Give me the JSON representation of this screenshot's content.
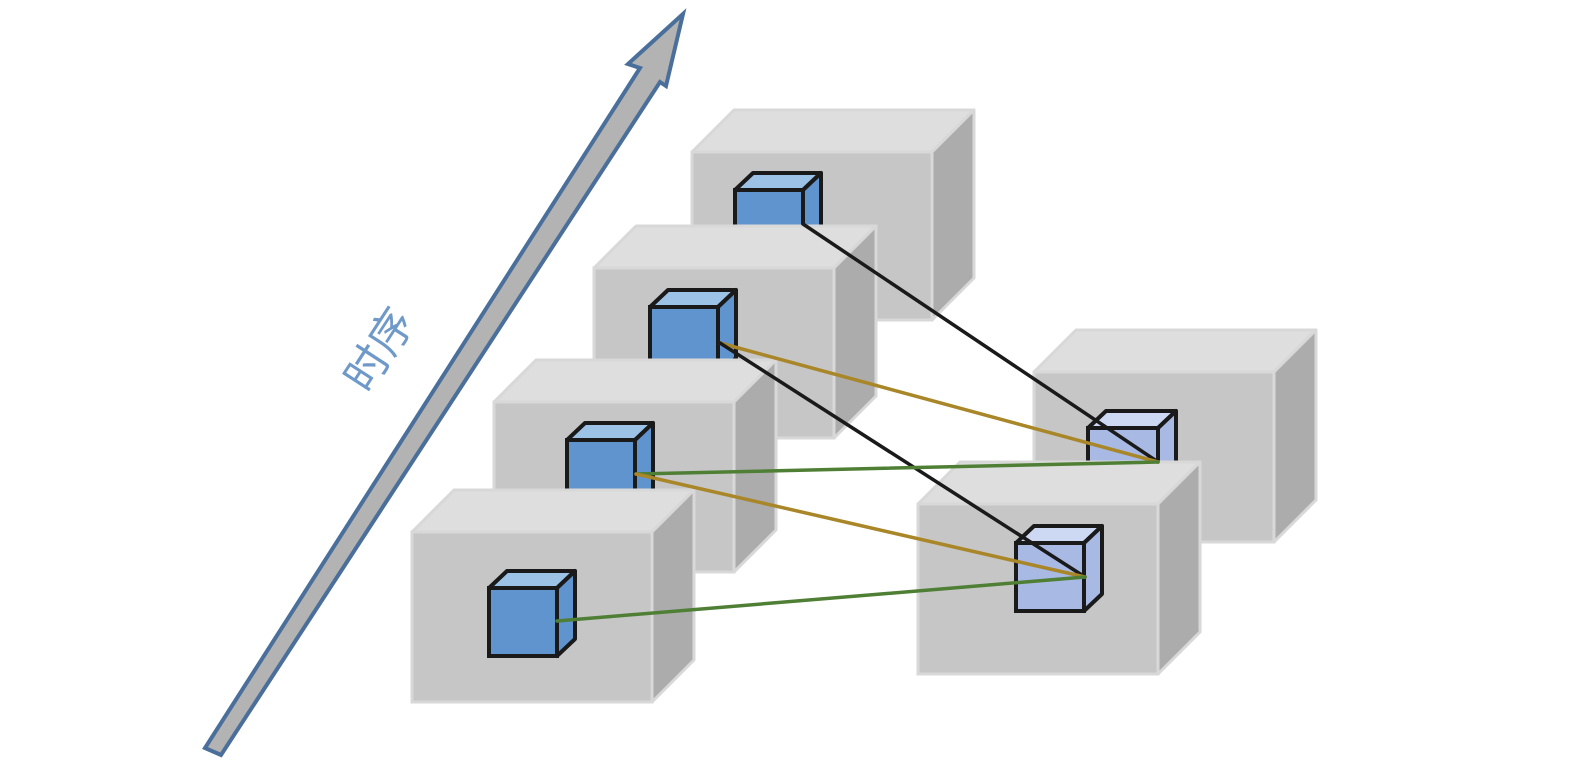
{
  "diagram": {
    "axis_label": "时序",
    "colors": {
      "axis_arrow_fill": "#b3b3b3",
      "axis_arrow_stroke": "#4a6f9a",
      "axis_label": "#6f99c8",
      "frame_front": "#c6c6c6",
      "frame_top": "#dedede",
      "frame_side": "#acacac",
      "frame_edge": "#d8d8d8",
      "cube_front": "#5f94cf",
      "cube_top": "#9cc2e6",
      "cube_side": "#5f94cf",
      "cube_light_front": "#a8b9e3",
      "cube_light_top": "#cdd8f2",
      "cube_light_side": "#a8b9e3",
      "cube_stroke": "#1a1a1a",
      "link_black": "#1a1a1a",
      "link_gold": "#a98628",
      "link_green": "#4f7f35"
    },
    "left_column_frames": 4,
    "right_column_frames": 2,
    "links": [
      {
        "from": "left-frame-1-cube",
        "to": "right-frame-1-cube",
        "color": "black"
      },
      {
        "from": "left-frame-2-cube",
        "to": "right-frame-1-cube",
        "color": "gold"
      },
      {
        "from": "left-frame-2-cube",
        "to": "right-frame-2-cube",
        "color": "black"
      },
      {
        "from": "left-frame-3-cube",
        "to": "right-frame-1-cube",
        "color": "green"
      },
      {
        "from": "left-frame-3-cube",
        "to": "right-frame-2-cube",
        "color": "gold"
      },
      {
        "from": "left-frame-4-cube",
        "to": "right-frame-2-cube",
        "color": "green"
      }
    ]
  }
}
